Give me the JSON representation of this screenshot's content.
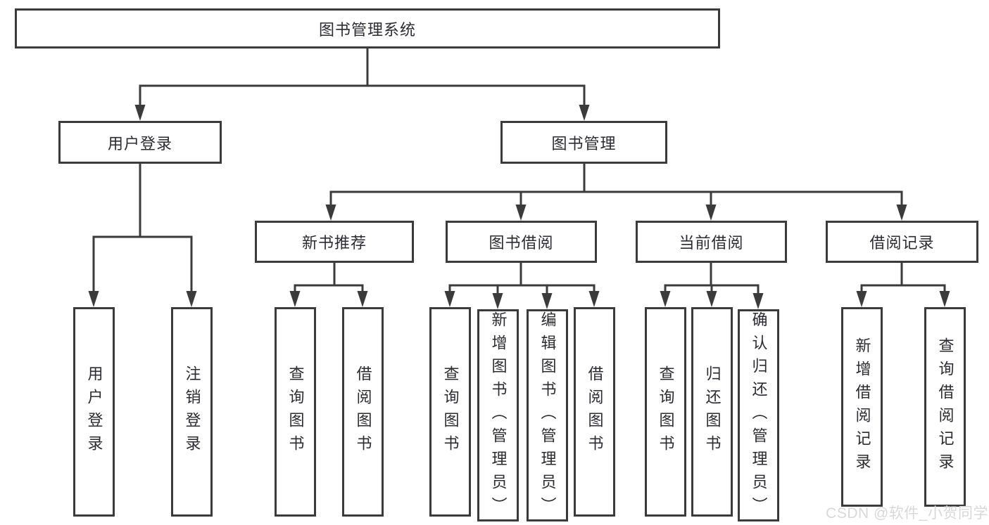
{
  "tree": {
    "root": {
      "label": "图书管理系统"
    },
    "level2": [
      {
        "label": "用户登录",
        "children": [
          {
            "label": "用户登录"
          },
          {
            "label": "注销登录"
          }
        ]
      },
      {
        "label": "图书管理",
        "children": [
          {
            "label": "新书推荐",
            "children": [
              {
                "label": "查询图书"
              },
              {
                "label": "借阅图书"
              }
            ]
          },
          {
            "label": "图书借阅",
            "children": [
              {
                "label": "查询图书"
              },
              {
                "label": "新增图书（管理员）"
              },
              {
                "label": "编辑图书（管理员）"
              },
              {
                "label": "借阅图书"
              }
            ]
          },
          {
            "label": "当前借阅",
            "children": [
              {
                "label": "查询图书"
              },
              {
                "label": "归还图书"
              },
              {
                "label": "确认归还（管理员）"
              }
            ]
          },
          {
            "label": "借阅记录",
            "children": [
              {
                "label": "新增借阅记录"
              },
              {
                "label": "查询借阅记录"
              }
            ]
          }
        ]
      }
    ]
  },
  "watermark": {
    "text": "CSDN @软件_小贺同学"
  },
  "colors": {
    "line": "#3b3b3b",
    "text": "#2b2b31",
    "watermark": "#d8d8d8",
    "background": "#ffffff"
  }
}
